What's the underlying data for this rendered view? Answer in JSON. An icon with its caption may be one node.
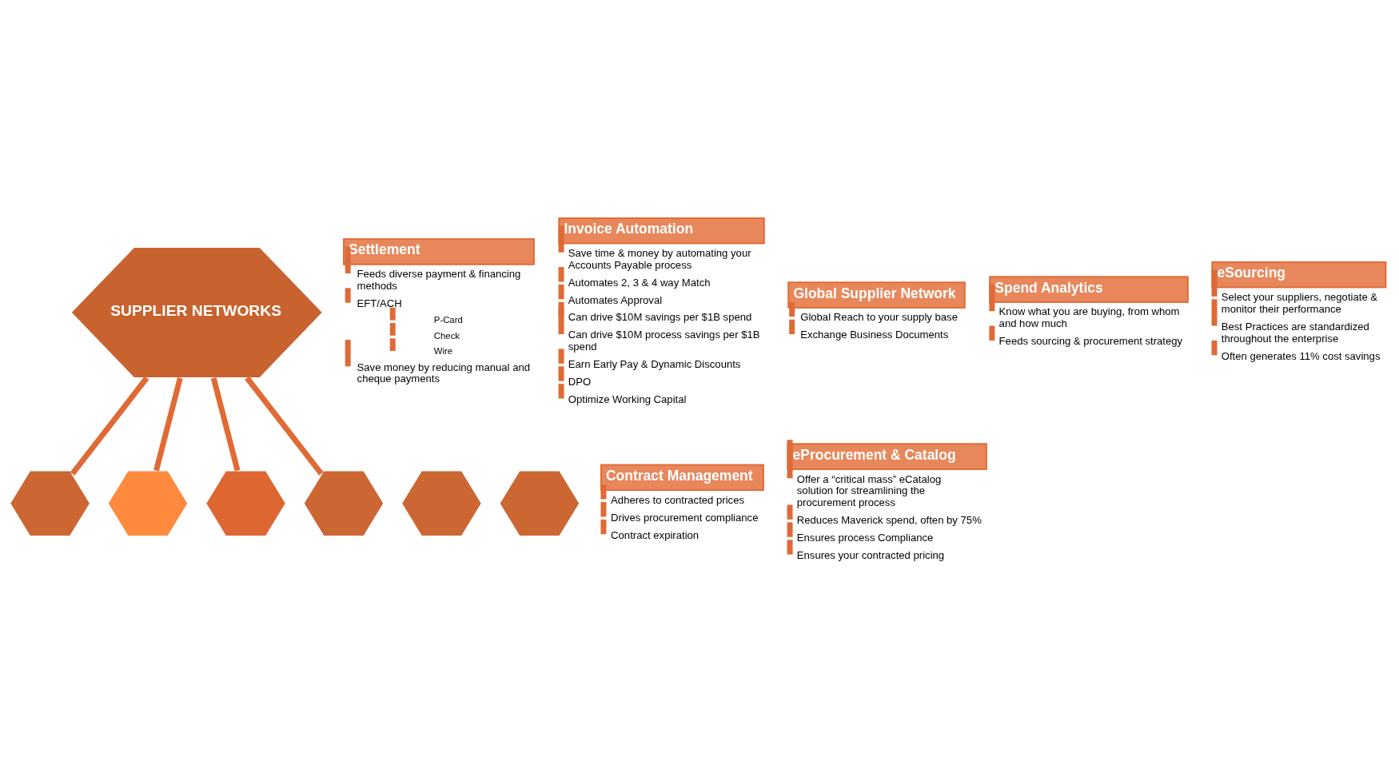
{
  "diagram": {
    "nodes": [
      {
        "text": [
          "SUPPLIER NETWORKS"
        ]
      },
      {
        "text": [],
        "shape": "hexagon"
      },
      {
        "text": [],
        "shape": "hexagon"
      },
      {
        "text": [],
        "shape": "hexagon"
      },
      {
        "text": [],
        "shape": "hexagon"
      },
      {
        "text": [],
        "shape": "hexagon"
      },
      {
        "text": [],
        "shape": "hexagon"
      },
      {
        "text": [
          "Settlement",
          "Feeds diverse payment & financing methods",
          "EFT/ACH",
          "P-Card",
          "Check",
          "Wire",
          "Save money by reducing manual and cheque payments"
        ]
      },
      {
        "text": [
          "Invoice Automation",
          "Save time & money by automating your Accounts Payable process",
          "Automates 2, 3 & 4 way Match",
          "Automates Approval",
          "Can drive $10M savings per $1B spend",
          "Can drive $10M process savings per $1B spend",
          "Earn Early Pay & Dynamic Discounts",
          "DPO",
          "Optimize Working Capital"
        ]
      },
      {
        "text": [
          "Global Supplier Network",
          "Global Reach to your supply base",
          "Exchange Business Documents"
        ]
      },
      {
        "text": [
          "Spend Analytics",
          "Know what you are buying, from whom and how much",
          "Feeds sourcing & procurement strategy"
        ]
      },
      {
        "text": [
          "eSourcing",
          "Select your suppliers, negotiate & monitor their performance",
          "Best Practices are standardized throughout the enterprise",
          "Often generates 11% cost savings"
        ]
      },
      {
        "text": [
          "Contract Management",
          "Adheres to contracted prices",
          "Drives procurement compliance",
          "Contract expiration"
        ]
      },
      {
        "text": [
          "eProcurement & Catalog",
          "Offer a “critical mass” eCatalog solution for streamlining the procurement process",
          "Reduces Maverick spend, often by 75%",
          "Ensures process Compliance",
          "Ensures your contracted pricing"
        ]
      }
    ],
    "edges": [
      {
        "from": 0,
        "to": 1,
        "arrow": "none"
      },
      {
        "from": 0,
        "to": 2,
        "arrow": "none"
      },
      {
        "from": 0,
        "to": 3,
        "arrow": "none"
      },
      {
        "from": 0,
        "to": 4,
        "arrow": "none"
      }
    ]
  }
}
